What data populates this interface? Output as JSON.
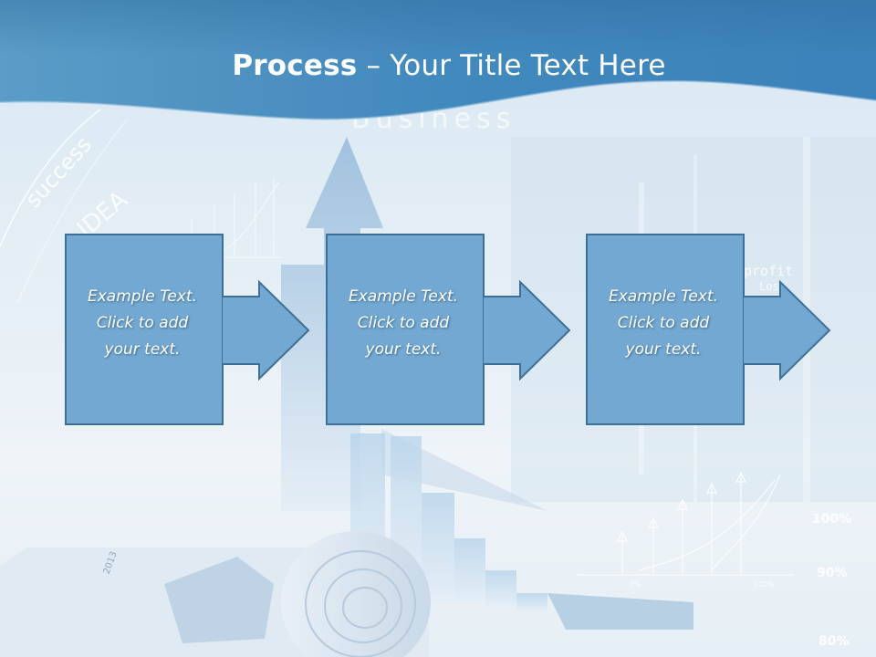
{
  "slide": {
    "title_bold": "Process",
    "title_rest": " – Your Title Text Here"
  },
  "background": {
    "watermark_words": [
      "Business",
      "success",
      "IDEA",
      "profit",
      "Loss"
    ],
    "watermark_numbers": [
      "100%",
      "90%",
      "80%",
      "2013",
      "0%",
      "100%"
    ]
  },
  "steps": [
    {
      "line1": "Example Text.",
      "line2": "Click  to add",
      "line3": "your text."
    },
    {
      "line1": "Example Text.",
      "line2": "Click  to add",
      "line3": "your text."
    },
    {
      "line1": "Example Text.",
      "line2": "Click  to add",
      "line3": "your text."
    }
  ],
  "colors": {
    "header": "#4a8fbd",
    "box_fill": "#6fa5cf",
    "box_border": "#3e6f96",
    "text": "#ffffff"
  }
}
